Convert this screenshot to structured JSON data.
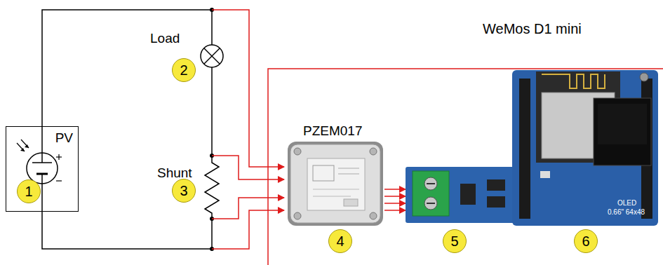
{
  "diagram": {
    "nodes": [
      {
        "text": [
          "PV"
        ]
      },
      {
        "text": [
          "1"
        ],
        "in": 0
      },
      {
        "text": [
          "2"
        ]
      },
      {
        "text": [
          "3"
        ]
      },
      {
        "text": [
          "4"
        ]
      },
      {
        "text": [
          "5"
        ]
      },
      {
        "text": [
          "6"
        ]
      }
    ],
    "labels": [
      "Load",
      "Shunt",
      "PZEM017",
      "WeMos D1 mini",
      "OLED",
      "0.66\" 64x48"
    ]
  }
}
